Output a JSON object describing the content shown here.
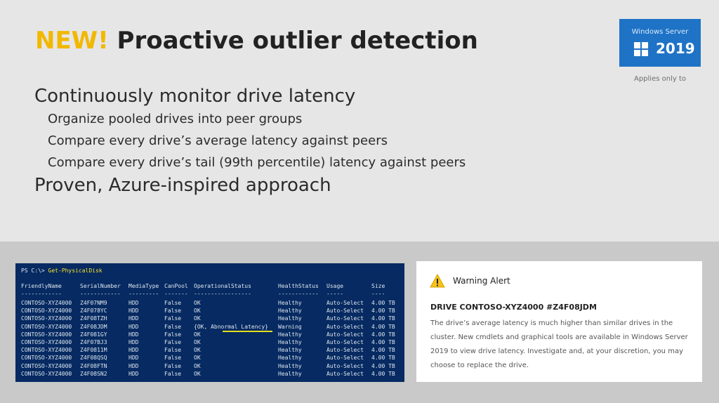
{
  "slide": {
    "title_new": "NEW!",
    "title_rest": "Proactive outlier detection",
    "badge": {
      "brand": "Windows Server",
      "version": "2019",
      "note": "Applies only to"
    },
    "bullets": [
      {
        "level": 1,
        "text": "Continuously monitor drive latency"
      },
      {
        "level": 2,
        "text": "Organize pooled drives into peer groups"
      },
      {
        "level": 2,
        "text": "Compare every drive’s average latency against peers"
      },
      {
        "level": 2,
        "text": "Compare every drive’s tail (99th percentile) latency against peers"
      },
      {
        "level": 1,
        "text": "Proven, Azure-inspired approach"
      }
    ]
  },
  "terminal": {
    "prompt": "PS C:\\> ",
    "command": "Get-PhysicalDisk",
    "headers": [
      "FriendlyName",
      "SerialNumber",
      "MediaType",
      "CanPool",
      "OperationalStatus",
      "HealthStatus",
      "Usage",
      "Size"
    ],
    "separators": [
      "------------",
      "------------",
      "---------",
      "-------",
      "-----------------",
      "------------",
      "-----",
      "----"
    ],
    "rows": [
      [
        "CONTOSO-XYZ4000",
        "Z4F07NM9",
        "HDD",
        "False",
        "OK",
        "Healthy",
        "Auto-Select",
        "4.00 TB"
      ],
      [
        "CONTOSO-XYZ4000",
        "Z4F078YC",
        "HDD",
        "False",
        "OK",
        "Healthy",
        "Auto-Select",
        "4.00 TB"
      ],
      [
        "CONTOSO-XYZ4000",
        "Z4F08TZH",
        "HDD",
        "False",
        "OK",
        "Healthy",
        "Auto-Select",
        "4.00 TB"
      ],
      [
        "CONTOSO-XYZ4000",
        "Z4F08JDM",
        "HDD",
        "False",
        "{OK, Abnormal Latency}",
        "Warning",
        "Auto-Select",
        "4.00 TB"
      ],
      [
        "CONTOSO-XYZ4000",
        "Z4F081GY",
        "HDD",
        "False",
        "OK",
        "Healthy",
        "Auto-Select",
        "4.00 TB"
      ],
      [
        "CONTOSO-XYZ4000",
        "Z4F07BJ3",
        "HDD",
        "False",
        "OK",
        "Healthy",
        "Auto-Select",
        "4.00 TB"
      ],
      [
        "CONTOSO-XYZ4000",
        "Z4F0811M",
        "HDD",
        "False",
        "OK",
        "Healthy",
        "Auto-Select",
        "4.00 TB"
      ],
      [
        "CONTOSO-XYZ4000",
        "Z4F08QSQ",
        "HDD",
        "False",
        "OK",
        "Healthy",
        "Auto-Select",
        "4.00 TB"
      ],
      [
        "CONTOSO-XYZ4000",
        "Z4F08FTN",
        "HDD",
        "False",
        "OK",
        "Healthy",
        "Auto-Select",
        "4.00 TB"
      ],
      [
        "CONTOSO-XYZ4000",
        "Z4F08SN2",
        "HDD",
        "False",
        "OK",
        "Healthy",
        "Auto-Select",
        "4.00 TB"
      ]
    ]
  },
  "alert": {
    "icon": "warning-triangle-icon",
    "title": "Warning Alert",
    "drive": "DRIVE CONTOSO-XYZ4000 #Z4F08JDM",
    "message": "The drive’s average latency is much higher than similar drives in the cluster. New cmdlets and graphical tools are available in Windows Server 2019 to view drive latency. Investigate and, at your discretion, you may choose to replace the drive."
  },
  "colors": {
    "accent_yellow": "#f2b800",
    "badge_blue": "#1f73c6",
    "terminal_bg": "#062a61",
    "terminal_command": "#f6e22d",
    "warning_yellow": "#f6c21a"
  }
}
